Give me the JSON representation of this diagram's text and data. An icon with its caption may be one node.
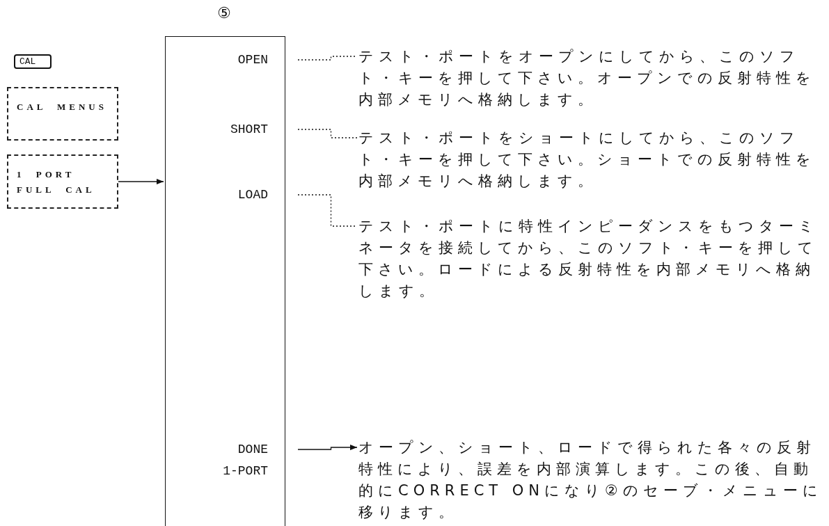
{
  "diagram": {
    "nodes": [
      {
        "text": [
          "CAL"
        ]
      },
      {
        "text": [
          "CAL MENUS"
        ]
      },
      {
        "text": [
          "1 PORT FULL CAL"
        ]
      },
      {
        "text": [
          "⑤"
        ]
      },
      {
        "text": [
          "OPEN"
        ],
        "in": 3
      },
      {
        "text": [
          "SHORT"
        ],
        "in": 3
      },
      {
        "text": [
          "LOAD"
        ],
        "in": 3
      },
      {
        "text": [
          "DONE 1-PORT"
        ],
        "in": 3
      },
      {
        "text": [
          "テスト・ポートをオープンにしてから、このソフト・キーを押して下さい。オープンでの反射特性を内部メモリへ格納します。"
        ]
      },
      {
        "text": [
          "テスト・ポートをショートにしてから、このソフト・キーを押して下さい。ショートでの反射特性を内部メモリへ格納します。"
        ]
      },
      {
        "text": [
          "テスト・ポートに特性インピーダンスをもつターミネータを接続してから、このソフト・キーを押して下さい。ロードによる反射特性を内部メモリへ格納します。"
        ]
      },
      {
        "text": [
          "オープン、ショート、ロードで得られた各々の反射特性により、誤差を内部演算します。この後、自動的にCORRECT ONになり②のセーブ・メニューに移ります。"
        ]
      }
    ],
    "edges": [
      {
        "from": 2,
        "to": 3,
        "arrow": "to"
      },
      {
        "from": 4,
        "to": 8,
        "arrow": "none",
        "style": "dashed"
      },
      {
        "from": 5,
        "to": 9,
        "arrow": "none",
        "style": "dashed"
      },
      {
        "from": 6,
        "to": 10,
        "arrow": "none",
        "style": "dashed"
      },
      {
        "from": 7,
        "to": 11,
        "arrow": "to"
      }
    ]
  }
}
